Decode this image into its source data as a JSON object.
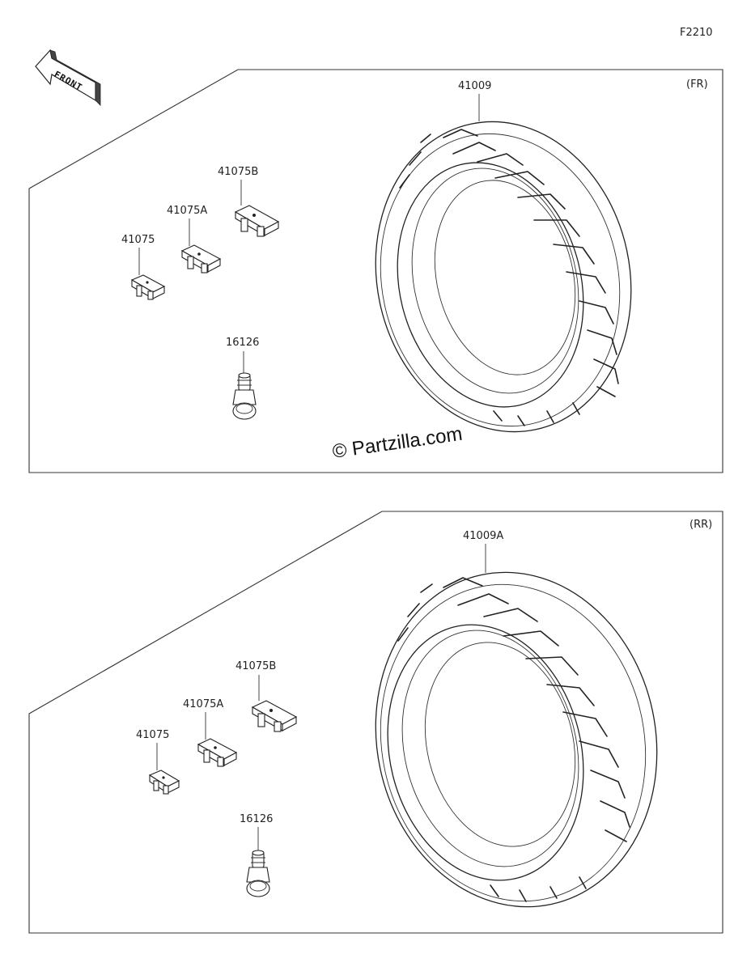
{
  "header": {
    "figure_code": "F2210",
    "front_label": "FRONT"
  },
  "watermark": "© Partzilla.com",
  "panels": [
    {
      "tag": "(FR)",
      "tire_part": "41009",
      "weight_b": "41075B",
      "weight_a": "41075A",
      "weight": "41075",
      "valve": "16126"
    },
    {
      "tag": "(RR)",
      "tire_part": "41009A",
      "weight_b": "41075B",
      "weight_a": "41075A",
      "weight": "41075",
      "valve": "16126"
    }
  ]
}
